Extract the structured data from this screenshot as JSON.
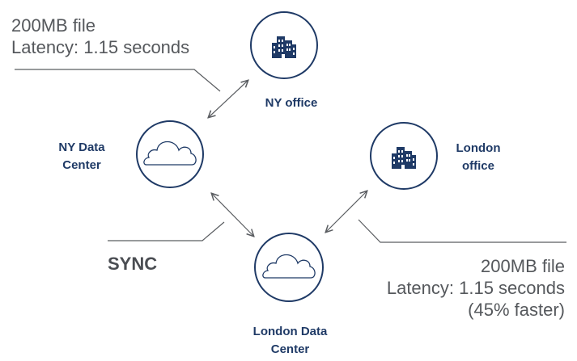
{
  "callout_top": {
    "line1": "200MB file",
    "line2": "Latency: 1.15 seconds"
  },
  "callout_bottom": {
    "line1": "200MB file",
    "line2": "Latency: 1.15 seconds",
    "line3": "(45% faster)"
  },
  "sync_label": "SYNC",
  "nodes": {
    "ny_office": {
      "label": "NY office",
      "icon": "building-icon"
    },
    "ny_dc": {
      "label_line1": "NY Data",
      "label_line2": "Center",
      "icon": "cloud-icon"
    },
    "london_office": {
      "label_line1": "London",
      "label_line2": "office",
      "icon": "building-icon"
    },
    "london_dc": {
      "label_line1": "London Data",
      "label_line2": "Center",
      "icon": "cloud-icon"
    }
  },
  "colors": {
    "navy": "#1f3a66",
    "text_gray": "#55585c",
    "line_gray": "#5a5d61"
  }
}
